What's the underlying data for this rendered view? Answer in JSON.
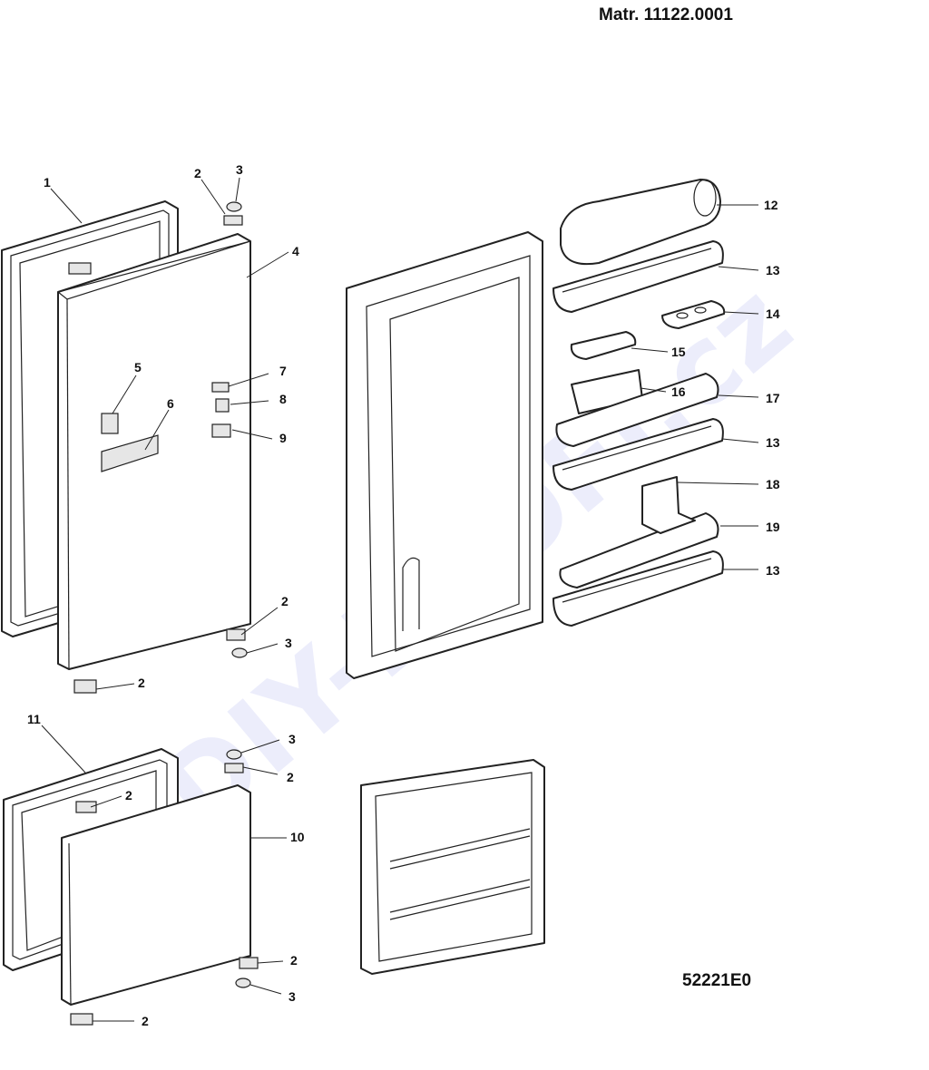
{
  "header": {
    "material_code": "Matr. 11122.0001"
  },
  "footer": {
    "drawing_code": "52221E0"
  },
  "watermark": {
    "text": "©DIY-PROFI.cz"
  },
  "callouts": [
    {
      "id": "c1",
      "text": "1"
    },
    {
      "id": "c2a",
      "text": "2"
    },
    {
      "id": "c3a",
      "text": "3"
    },
    {
      "id": "c4",
      "text": "4"
    },
    {
      "id": "c5",
      "text": "5"
    },
    {
      "id": "c6",
      "text": "6"
    },
    {
      "id": "c7",
      "text": "7"
    },
    {
      "id": "c8",
      "text": "8"
    },
    {
      "id": "c9",
      "text": "9"
    },
    {
      "id": "c2b",
      "text": "2"
    },
    {
      "id": "c3b",
      "text": "3"
    },
    {
      "id": "c2c",
      "text": "2"
    },
    {
      "id": "c11",
      "text": "11"
    },
    {
      "id": "c3c",
      "text": "3"
    },
    {
      "id": "c2d",
      "text": "2"
    },
    {
      "id": "c2e",
      "text": "2"
    },
    {
      "id": "c10",
      "text": "10"
    },
    {
      "id": "c2f",
      "text": "2"
    },
    {
      "id": "c3d",
      "text": "3"
    },
    {
      "id": "c2g",
      "text": "2"
    },
    {
      "id": "c12",
      "text": "12"
    },
    {
      "id": "c13a",
      "text": "13"
    },
    {
      "id": "c14",
      "text": "14"
    },
    {
      "id": "c15",
      "text": "15"
    },
    {
      "id": "c16",
      "text": "16"
    },
    {
      "id": "c17",
      "text": "17"
    },
    {
      "id": "c13b",
      "text": "13"
    },
    {
      "id": "c18",
      "text": "18"
    },
    {
      "id": "c19",
      "text": "19"
    },
    {
      "id": "c13c",
      "text": "13"
    }
  ]
}
